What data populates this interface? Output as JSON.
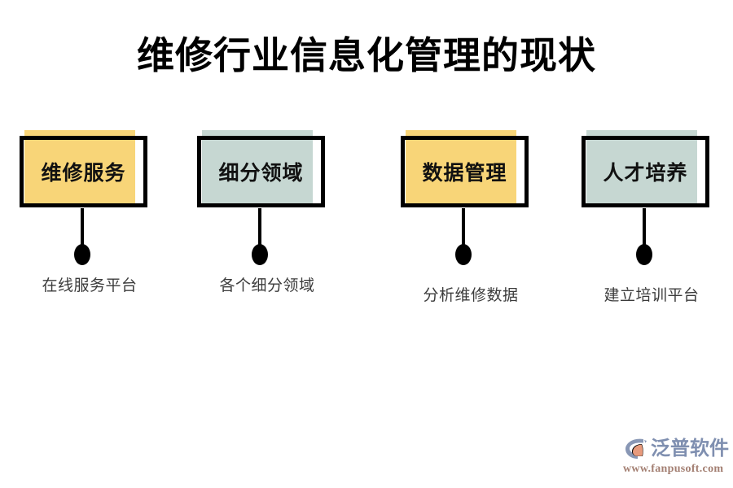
{
  "title": "维修行业信息化管理的现状",
  "colors": {
    "accent_yellow": "#f8d578",
    "accent_teal": "#c6d7d2",
    "outline": "#000000",
    "title_text": "#000000",
    "leaf_text": "#3b3b3b",
    "watermark_brand": "#7f8fb0",
    "watermark_url": "#a37f72"
  },
  "nodes": [
    {
      "box_label": "维修服务",
      "leaf_label": "在线服务平台",
      "fill": "yellow"
    },
    {
      "box_label": "细分领域",
      "leaf_label": "各个细分领域",
      "fill": "teal"
    },
    {
      "box_label": "数据管理",
      "leaf_label": "分析维修数据",
      "fill": "yellow"
    },
    {
      "box_label": "人才培养",
      "leaf_label": "建立培训平台",
      "fill": "teal"
    }
  ],
  "watermark": {
    "brand": "泛普软件",
    "url": "www.fanpusoft.com",
    "mark_icon": "fanpu-swoosh-logo-icon"
  }
}
